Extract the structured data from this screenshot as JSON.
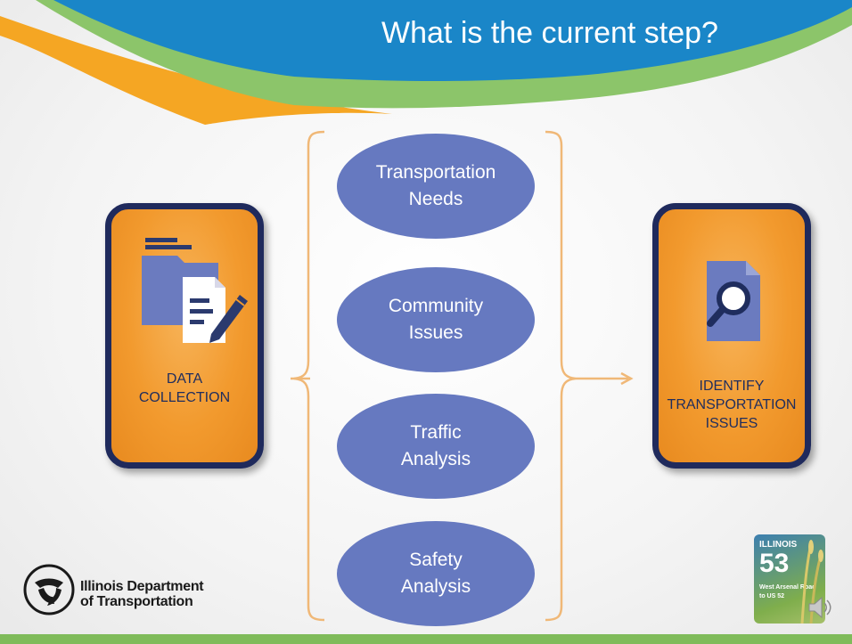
{
  "slide": {
    "title": "What is the current step?"
  },
  "colors": {
    "banner_blue": "#1a86c8",
    "banner_green": "#8cc56a",
    "banner_orange": "#f5a623",
    "card_orange": "#f29a2e",
    "card_border": "#1f2a5c",
    "oval_fill": "#6679c0",
    "bracket": "#f0b877",
    "arrow": "#f0b877"
  },
  "left_card": {
    "label_line1": "DATA",
    "label_line2": "COLLECTION",
    "icon": "folder-document-pencil-icon"
  },
  "ovals": [
    {
      "line1": "Transportation",
      "line2": "Needs"
    },
    {
      "line1": "Community",
      "line2": "Issues"
    },
    {
      "line1": "Traffic",
      "line2": "Analysis"
    },
    {
      "line1": "Safety",
      "line2": "Analysis"
    }
  ],
  "right_card": {
    "label_line1": "IDENTIFY",
    "label_line2": "TRANSPORTATION",
    "label_line3": "ISSUES",
    "icon": "document-magnifier-icon"
  },
  "idot_logo": {
    "line1": "Illinois Department",
    "line2": "of Transportation"
  },
  "route_logo": {
    "state": "ILLINOIS",
    "route": "53",
    "line1": "West Arsenal Road",
    "line2": "to US 52"
  }
}
